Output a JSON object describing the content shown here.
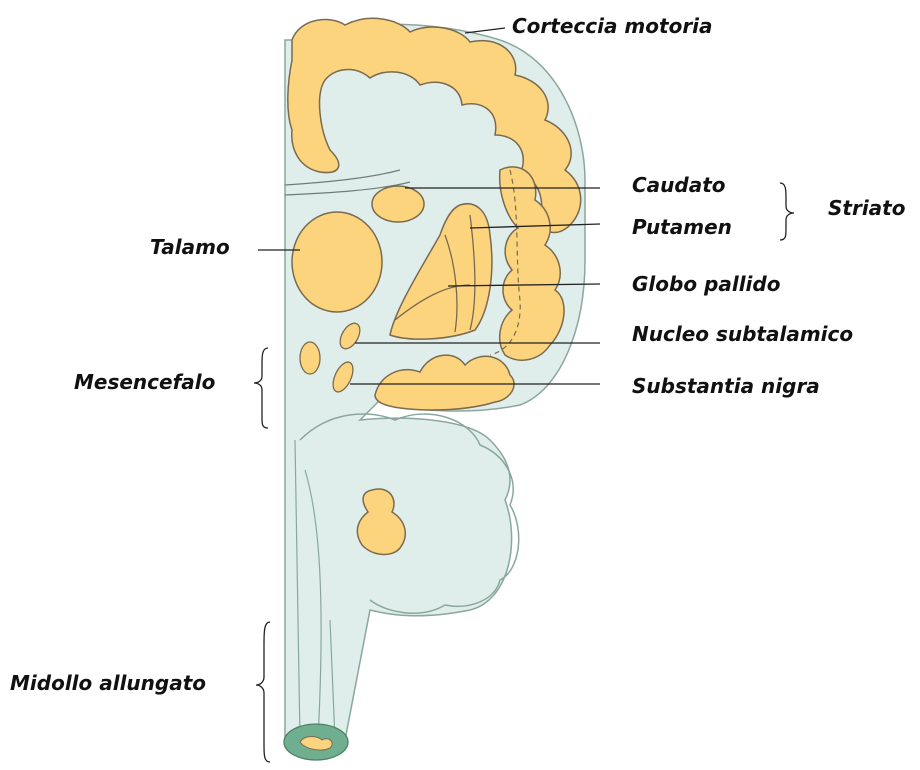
{
  "labels": {
    "cortex": "Corteccia motoria",
    "caudate": "Caudato",
    "putamen": "Putamen",
    "striatum": "Striato",
    "thalamus": "Talamo",
    "globus_pallidus": "Globo pallido",
    "subthalamic": "Nucleo subtalamico",
    "midbrain": "Mesencefalo",
    "substantia_nigra": "Substantia nigra",
    "medulla": "Midollo allungato"
  },
  "colors": {
    "brain_fill": "#dfeeea",
    "nucleus_fill": "#fcd47e",
    "outline": "#7a6a50",
    "medulla_section": "#6fae8f",
    "leader_line": "#222222"
  }
}
